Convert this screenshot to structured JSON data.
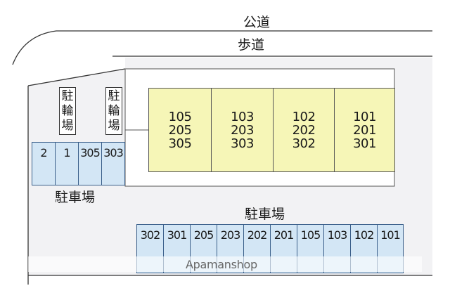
{
  "road_labels": {
    "public_road": "公道",
    "sidewalk": "歩道"
  },
  "bicycle_parking": [
    {
      "id": "bike-1",
      "chars": [
        "駐",
        "輪",
        "場"
      ]
    },
    {
      "id": "bike-2",
      "chars": [
        "駐",
        "輪",
        "場"
      ]
    }
  ],
  "buildings": [
    {
      "rooms": [
        "105",
        "205",
        "305"
      ]
    },
    {
      "rooms": [
        "103",
        "203",
        "303"
      ]
    },
    {
      "rooms": [
        "102",
        "202",
        "302"
      ]
    },
    {
      "rooms": [
        "101",
        "201",
        "301"
      ]
    }
  ],
  "parking_left": {
    "label": "駐車場",
    "slots": [
      "2",
      "1",
      "305",
      "303"
    ]
  },
  "parking_bottom": {
    "label": "駐車場",
    "slots": [
      "302",
      "301",
      "205",
      "203",
      "202",
      "201",
      "105",
      "103",
      "102",
      "101"
    ]
  },
  "watermark": "Apamanshop",
  "colors": {
    "building": "#f6f6b7",
    "parking_slot": "#d3e6f5",
    "site": "#f2f2f4",
    "slot_border": "#3a5f8a"
  }
}
